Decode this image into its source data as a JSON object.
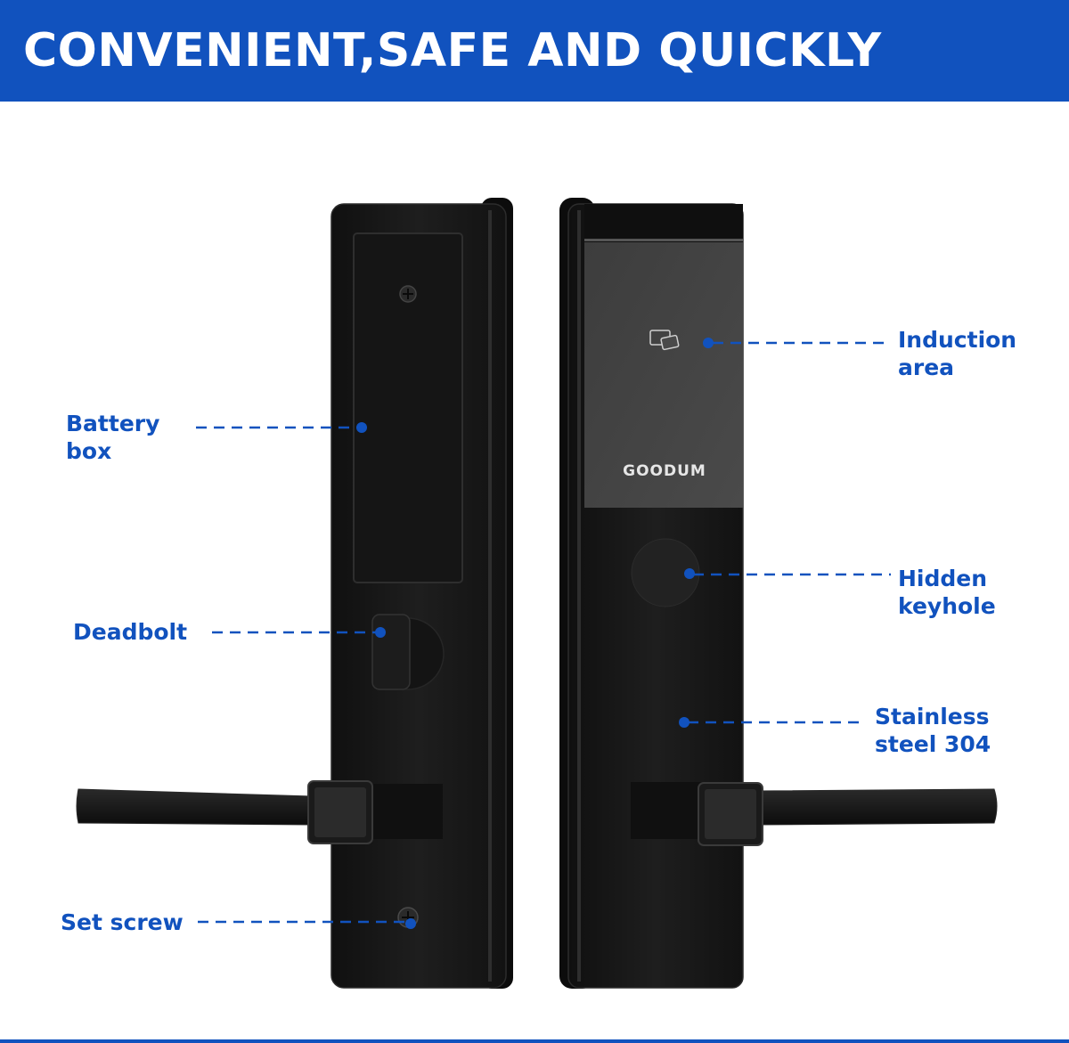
{
  "header": {
    "title": "CONVENIENT,SAFE AND QUICKLY"
  },
  "product": {
    "brand": "GOODUM"
  },
  "callouts": {
    "battery_box": {
      "line1": "Battery",
      "line2": "box"
    },
    "deadbolt": {
      "line1": "Deadbolt"
    },
    "set_screw": {
      "line1": "Set screw"
    },
    "induction_area": {
      "line1": "Induction",
      "line2": "area"
    },
    "hidden_keyhole": {
      "line1": "Hidden",
      "line2": "keyhole"
    },
    "stainless_steel": {
      "line1": "Stainless",
      "line2": "steel 304"
    }
  },
  "colors": {
    "accent": "#1152be",
    "lock_body": "#1a1a1a",
    "glass_panel": "#444444"
  }
}
